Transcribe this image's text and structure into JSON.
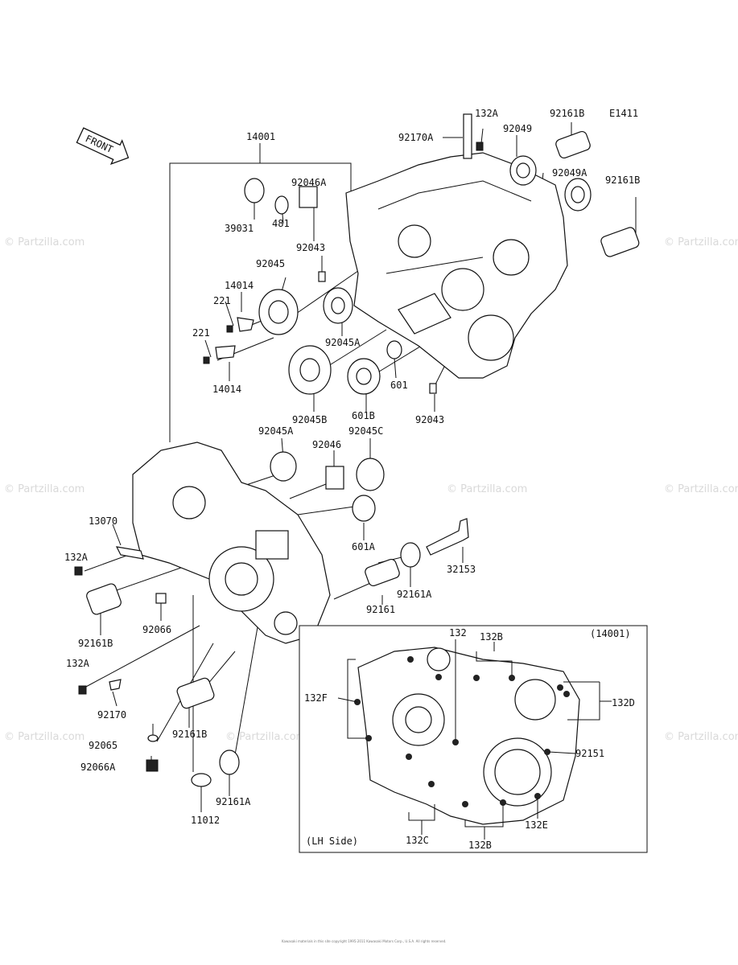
{
  "diagram_code": "E1411",
  "front_label": "FRONT",
  "inset": {
    "title": "(14001)",
    "side": "(LH Side)"
  },
  "watermark": "© Partzilla.com",
  "footer": "Kawasaki materials in this site copyright 1995-2011 Kawasaki Motors Corp., U.S.A. All rights reserved.",
  "callouts": {
    "p14001": "14001",
    "p132A_top": "132A",
    "p92161B_top": "92161B",
    "p92170A": "92170A",
    "p92049": "92049",
    "p92049A": "92049A",
    "p92161B_r": "92161B",
    "p39031": "39031",
    "p92046A": "92046A",
    "p481": "481",
    "p92043_a": "92043",
    "p92045": "92045",
    "p14014_a": "14014",
    "p221_a": "221",
    "p221_b": "221",
    "p14014_b": "14014",
    "p92045A_a": "92045A",
    "p601": "601",
    "p92045B": "92045B",
    "p601B": "601B",
    "p92043_b": "92043",
    "p92045A_b": "92045A",
    "p92046": "92046",
    "p92045C": "92045C",
    "p601A": "601A",
    "p13070": "13070",
    "p132A_l": "132A",
    "p92161B_l": "92161B",
    "p92066": "92066",
    "p32153": "32153",
    "p92161A_a": "92161A",
    "p92161": "92161",
    "p132A_b": "132A",
    "p92170": "92170",
    "p92161B_b": "92161B",
    "p92065": "92065",
    "p92066A": "92066A",
    "p92161A_b": "92161A",
    "p11012": "11012",
    "i132": "132",
    "i132B_top": "132B",
    "i132F": "132F",
    "i132D": "132D",
    "i92151": "92151",
    "i132C": "132C",
    "i132B_bot": "132B",
    "i132E": "132E"
  }
}
